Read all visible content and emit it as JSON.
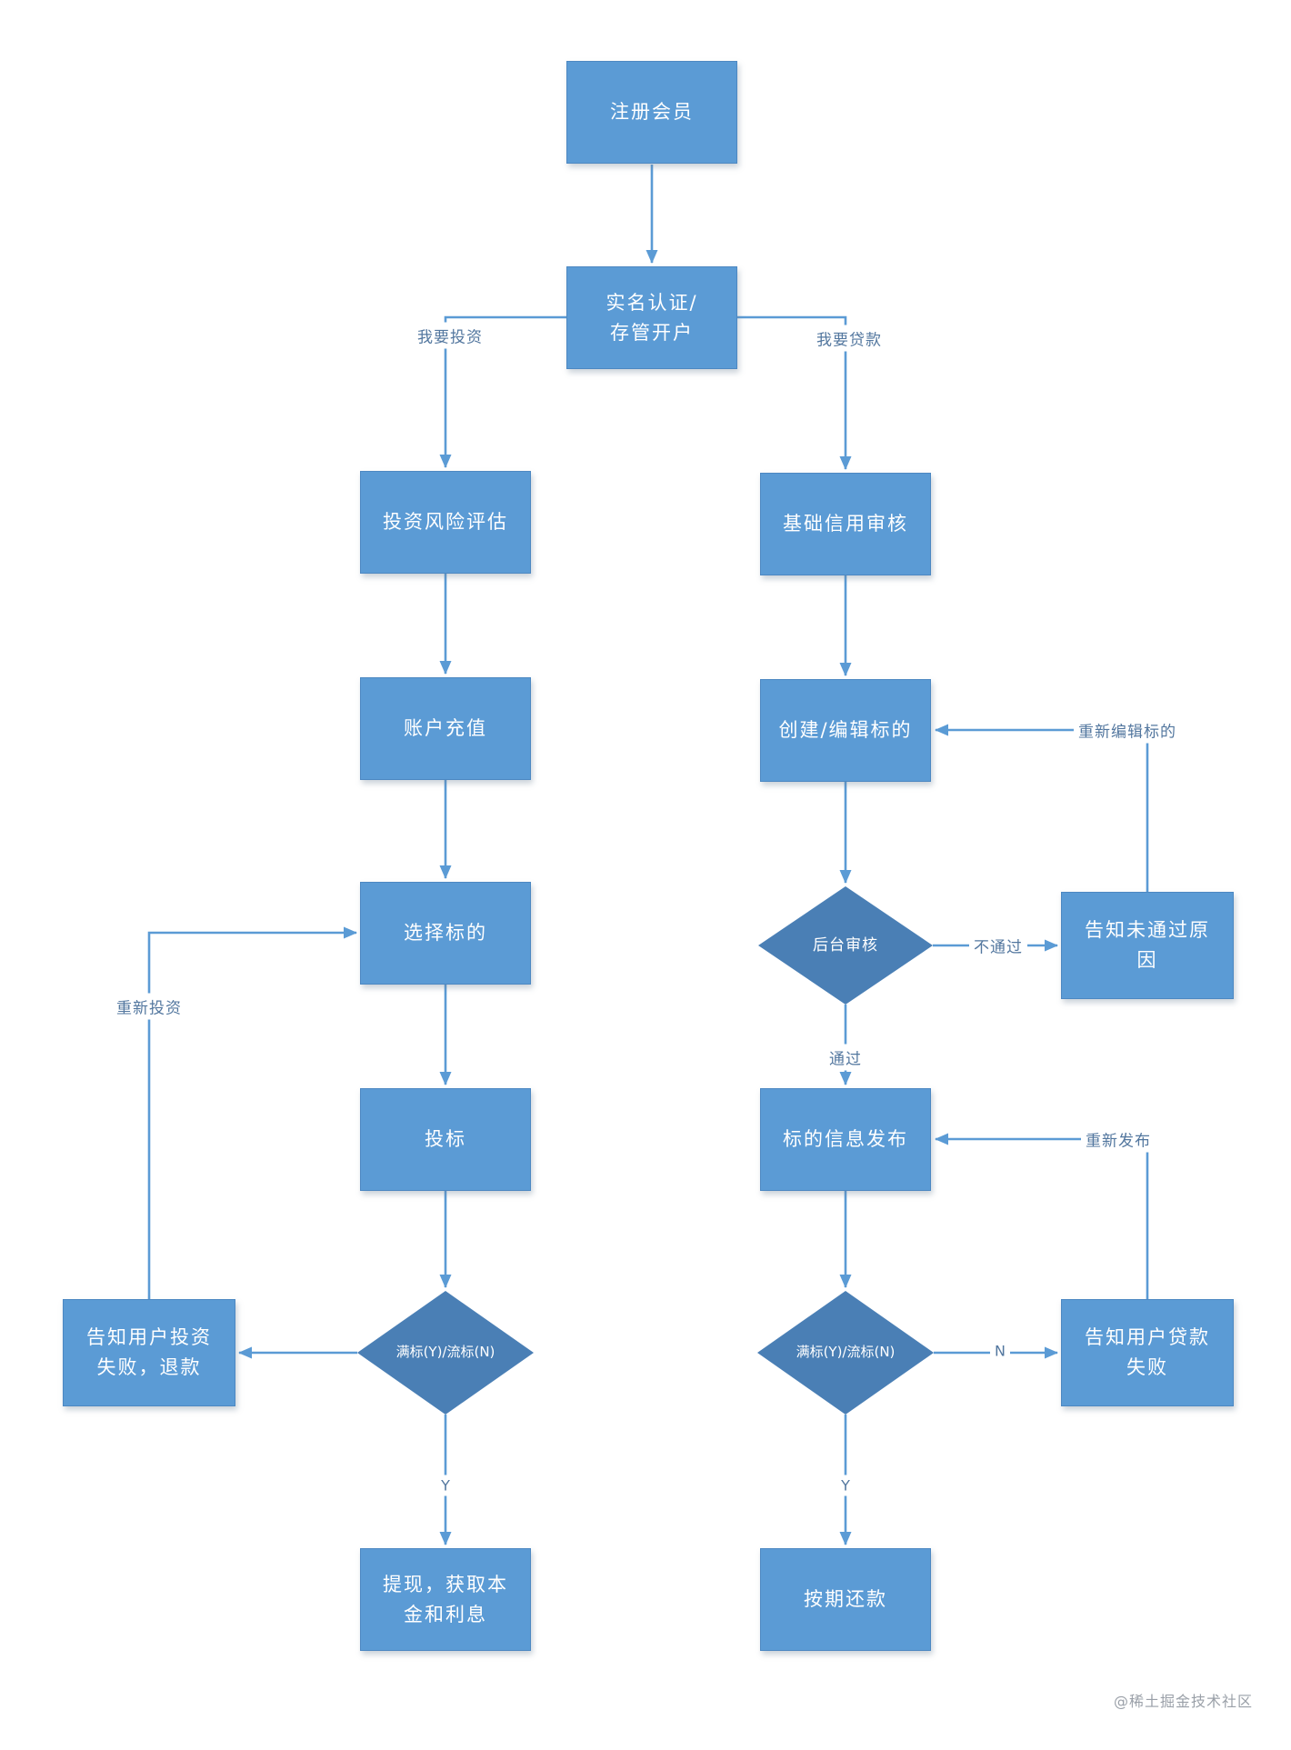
{
  "diagram": {
    "colors": {
      "node": "#5b9bd5",
      "node_border": "#4d88c2",
      "diamond": "#4a7fb5",
      "line": "#5b9bd5",
      "edge_label": "#53779f",
      "watermark": "#9aa0a8"
    },
    "nodes": {
      "register": {
        "label": "注册会员",
        "type": "process"
      },
      "auth": {
        "label": "实名认证/\n存管开户",
        "type": "process"
      },
      "risk": {
        "label": "投资风险评估",
        "type": "process"
      },
      "credit": {
        "label": "基础信用审核",
        "type": "process"
      },
      "recharge": {
        "label": "账户充值",
        "type": "process"
      },
      "create": {
        "label": "创建/编辑标的",
        "type": "process"
      },
      "choose": {
        "label": "选择标的",
        "type": "process"
      },
      "backend": {
        "label": "后台审核",
        "type": "decision"
      },
      "notify_reason": {
        "label": "告知未通过原\n因",
        "type": "process"
      },
      "bid": {
        "label": "投标",
        "type": "process"
      },
      "publish": {
        "label": "标的信息发布",
        "type": "process"
      },
      "invest_fail": {
        "label": "告知用户投资\n失败，退款",
        "type": "process"
      },
      "fullbid_left": {
        "label": "满标(Y)/流标(N)",
        "type": "decision"
      },
      "fullbid_right": {
        "label": "满标(Y)/流标(N)",
        "type": "decision"
      },
      "loan_fail": {
        "label": "告知用户贷款\n失败",
        "type": "process"
      },
      "withdraw": {
        "label": "提现，获取本\n金和利息",
        "type": "process"
      },
      "repay": {
        "label": "按期还款",
        "type": "process"
      }
    },
    "edge_labels": {
      "invest": "我要投资",
      "loan": "我要贷款",
      "not_pass": "不通过",
      "pass": "通过",
      "re_edit": "重新编辑标的",
      "reinvest": "重新投资",
      "re_publish": "重新发布",
      "n_right": "N",
      "y_left": "Y",
      "y_right": "Y"
    },
    "edges": [
      {
        "from": "register",
        "to": "auth",
        "label": ""
      },
      {
        "from": "auth",
        "to": "risk",
        "label": "我要投资"
      },
      {
        "from": "auth",
        "to": "credit",
        "label": "我要贷款"
      },
      {
        "from": "risk",
        "to": "recharge",
        "label": ""
      },
      {
        "from": "recharge",
        "to": "choose",
        "label": ""
      },
      {
        "from": "choose",
        "to": "bid",
        "label": ""
      },
      {
        "from": "bid",
        "to": "fullbid_left",
        "label": ""
      },
      {
        "from": "fullbid_left",
        "to": "invest_fail",
        "label": ""
      },
      {
        "from": "fullbid_left",
        "to": "withdraw",
        "label": "Y"
      },
      {
        "from": "invest_fail",
        "to": "choose",
        "label": "重新投资"
      },
      {
        "from": "credit",
        "to": "create",
        "label": ""
      },
      {
        "from": "create",
        "to": "backend",
        "label": ""
      },
      {
        "from": "backend",
        "to": "notify_reason",
        "label": "不通过"
      },
      {
        "from": "backend",
        "to": "publish",
        "label": "通过"
      },
      {
        "from": "notify_reason",
        "to": "create",
        "label": "重新编辑标的"
      },
      {
        "from": "publish",
        "to": "fullbid_right",
        "label": ""
      },
      {
        "from": "fullbid_right",
        "to": "loan_fail",
        "label": "N"
      },
      {
        "from": "fullbid_right",
        "to": "repay",
        "label": "Y"
      },
      {
        "from": "loan_fail",
        "to": "publish",
        "label": "重新发布"
      }
    ],
    "watermark": "@稀土掘金技术社区"
  }
}
